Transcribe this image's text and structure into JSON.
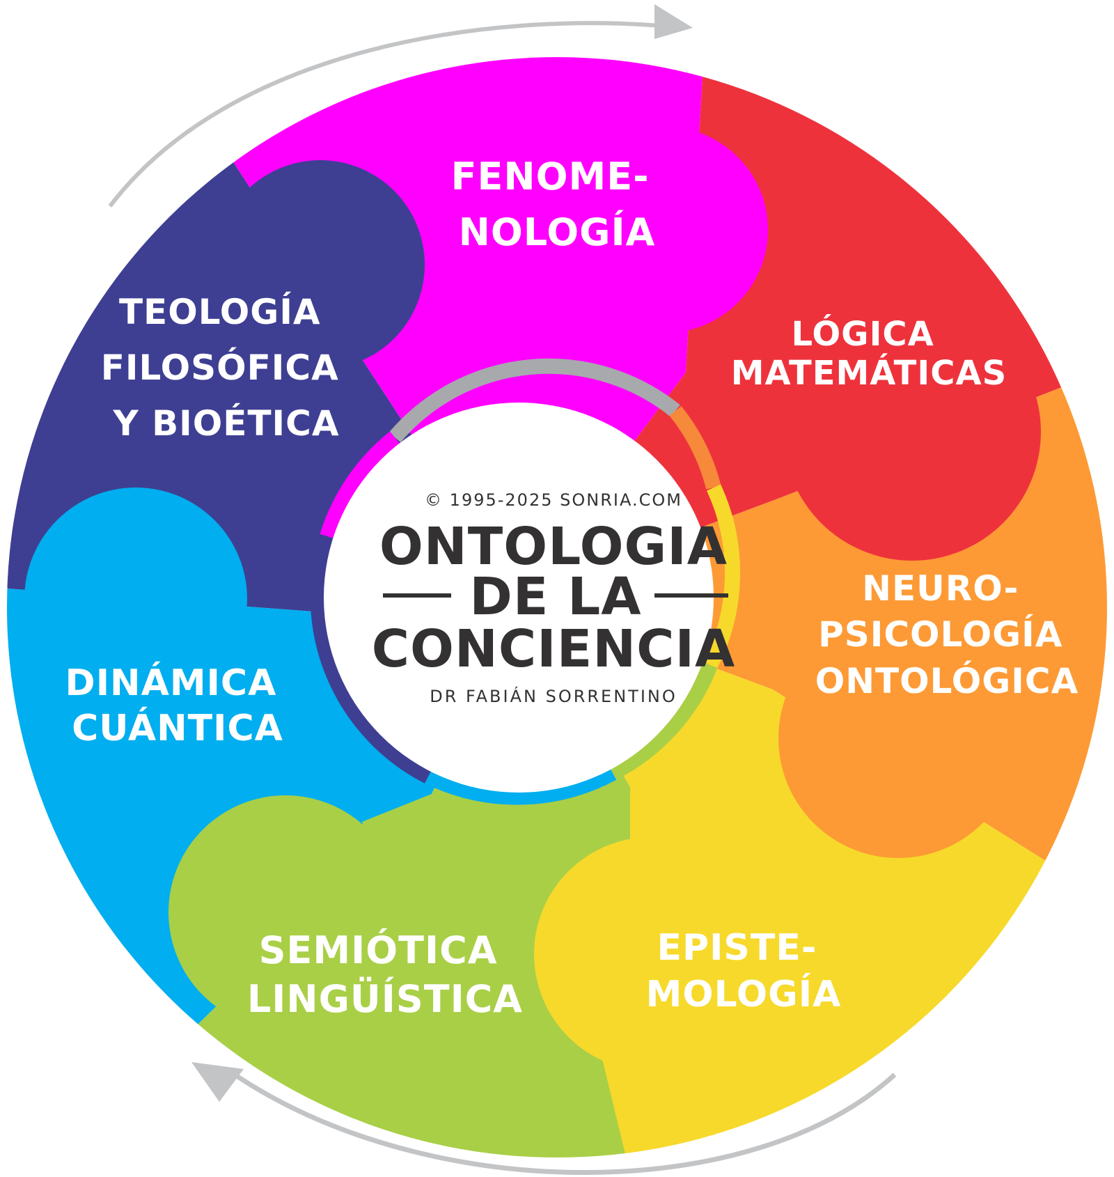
{
  "diagram": {
    "center": {
      "copyright": "© 1995-2025 SONRIA.COM",
      "title_line1": "ONTOLOGIA",
      "title_line2": "DE LA",
      "title_line3": "CONCIENCIA",
      "author": "DR FABIÁN SORRENTINO",
      "text_color": "#333132"
    },
    "segments": [
      {
        "id": "fenomenologia",
        "lines": [
          "FENOME-",
          "NOLOGÍA"
        ],
        "color": "#FF00FF"
      },
      {
        "id": "logica",
        "lines": [
          "LÓGICA",
          "MATEMÁTICAS"
        ],
        "color": "#EE323C"
      },
      {
        "id": "neuropsicologia",
        "lines": [
          "NEURO-",
          "PSICOLOGÍA",
          "ONTOLÓGICA"
        ],
        "color": "#FD9A35"
      },
      {
        "id": "epistemologia",
        "lines": [
          "EPISTE-",
          "MOLOGÍA"
        ],
        "color": "#F7D92B"
      },
      {
        "id": "semiotica",
        "lines": [
          "SEMIÓTICA",
          "LINGÜÍSTICA"
        ],
        "color": "#A9CF47"
      },
      {
        "id": "dinamica",
        "lines": [
          "DINÁMICA",
          "CUÁNTICA"
        ],
        "color": "#01AEEF"
      },
      {
        "id": "teologia",
        "lines": [
          "TEOLOGÍA",
          "FILOSÓFICA",
          "Y BIOÉTICA"
        ],
        "color": "#3E3F92"
      }
    ],
    "arrows": {
      "color": "#BDBEC0",
      "top": "clockwise-arrow",
      "bottom": "counterclockwise-arrow"
    },
    "ring_top_color": "#A7A9AC"
  }
}
